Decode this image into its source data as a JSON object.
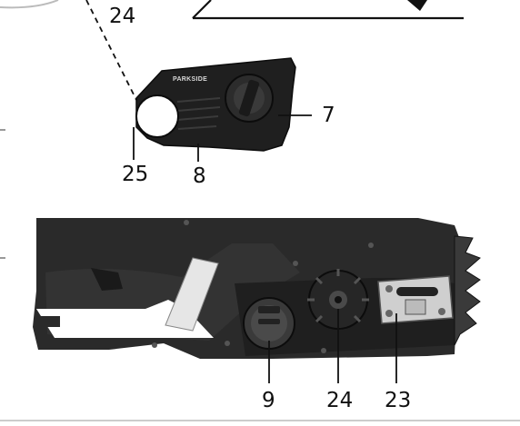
{
  "callouts": {
    "label_24_top": "24",
    "label_7": "7",
    "label_25": "25",
    "label_8": "8",
    "label_9": "9",
    "label_24_bottom": "24",
    "label_23": "23"
  },
  "cover_brand": "PARKSIDE",
  "colors": {
    "background": "#ffffff",
    "line": "#111111",
    "body_dark": "#2a2a2a",
    "cover_dark": "#1f1f1f",
    "lens_white": "#ffffff",
    "grip_window": "#e6e6e6"
  }
}
